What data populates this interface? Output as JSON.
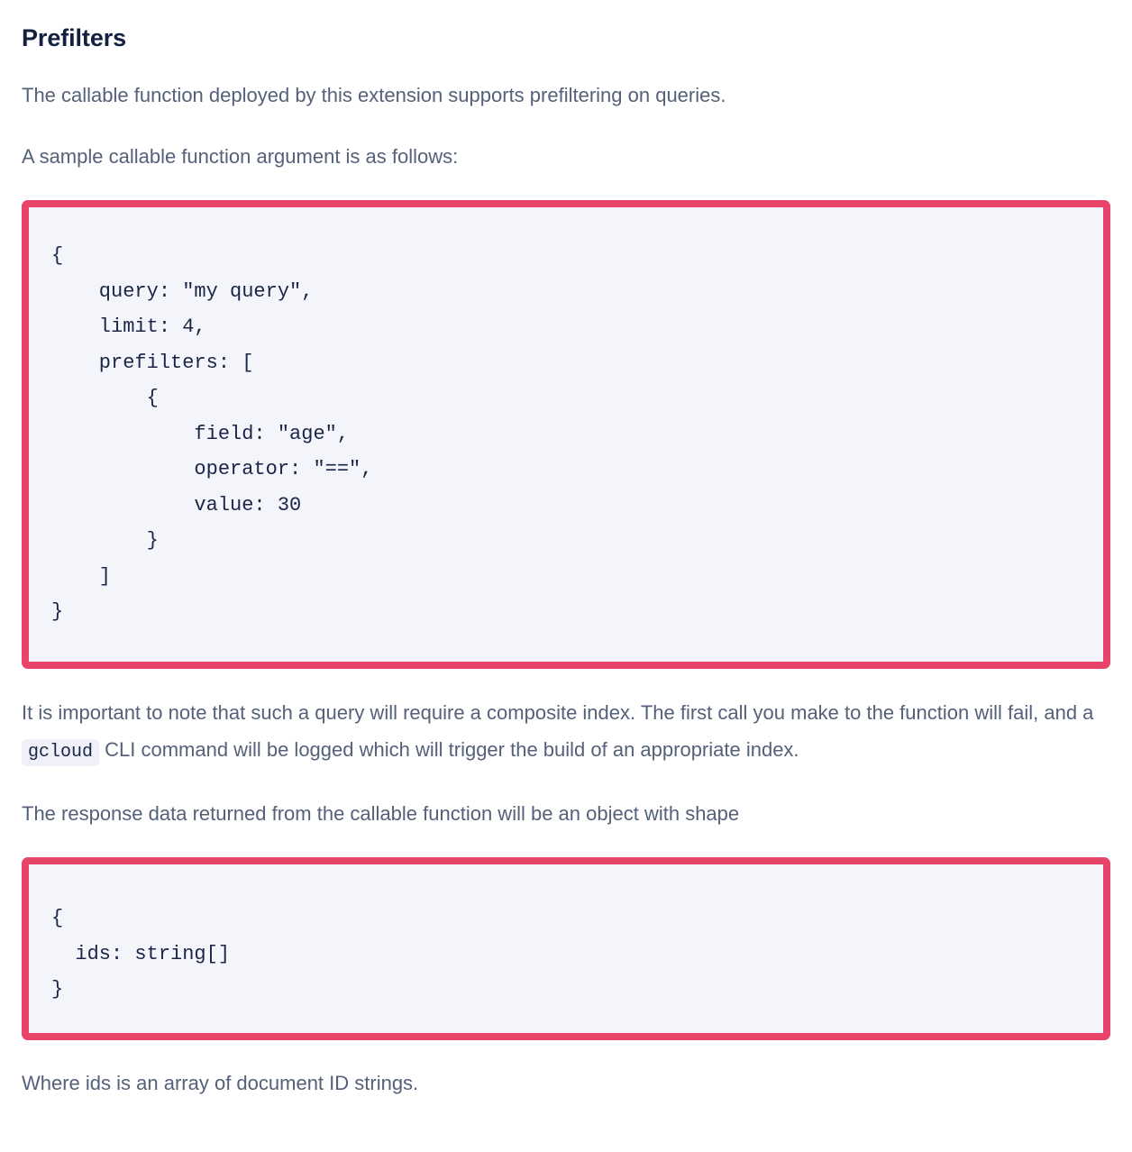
{
  "section": {
    "heading": "Prefilters",
    "intro_paragraph": "The callable function deployed by this extension supports prefiltering on queries.",
    "sample_lead_paragraph": "A sample callable function argument is as follows:"
  },
  "code_blocks": [
    {
      "name": "callable-function-argument-sample",
      "language": "json",
      "content": "{\n    query: \"my query\",\n    limit: 4,\n    prefilters: [\n        {\n            field: \"age\",\n            operator: \"==\",\n            value: 30\n        }\n    ]\n}"
    },
    {
      "name": "callable-function-response-shape",
      "language": "typescript",
      "content": "{\n  ids: string[]\n}"
    }
  ],
  "note_paragraph": {
    "before_code": "It is important to note that such a query will require a composite index. The first call you make to the function will fail, and a ",
    "inline_code": "gcloud",
    "after_code": " CLI command will be logged which will trigger the build of an appropriate index."
  },
  "response_lead_paragraph": "The response data returned from the callable function will be an object with shape",
  "closing_paragraph": "Where ids is an array of document ID strings.",
  "colors": {
    "heading": "#14203f",
    "body_text": "#55617a",
    "code_text": "#1a2547",
    "code_border": "#e8446a",
    "code_background": "#f4f5fa",
    "inline_code_background": "#f0f1f8",
    "page_background": "#ffffff"
  }
}
